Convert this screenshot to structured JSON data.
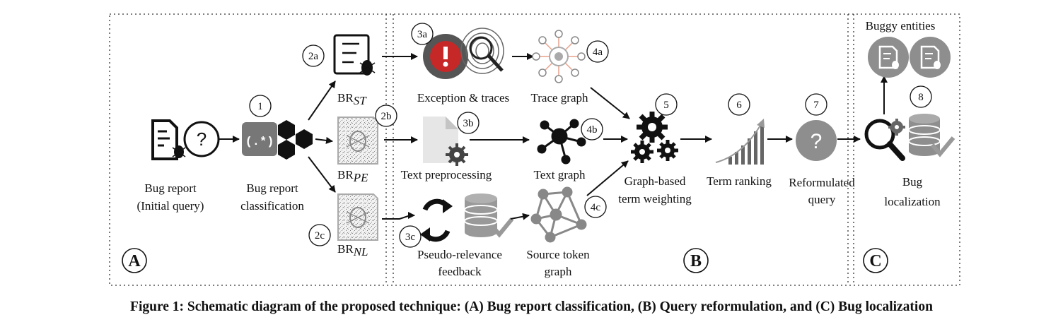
{
  "sections": {
    "a": "A",
    "b": "B",
    "c": "C"
  },
  "steps": {
    "s1": "1",
    "s2a": "2a",
    "s2b": "2b",
    "s2c": "2c",
    "s3a": "3a",
    "s3b": "3b",
    "s3c": "3c",
    "s4a": "4a",
    "s4b": "4b",
    "s4c": "4c",
    "s5": "5",
    "s6": "6",
    "s7": "7",
    "s8": "8"
  },
  "labels": {
    "bug_report_1": "Bug report",
    "bug_report_2": "(Initial query)",
    "classification_1": "Bug report",
    "classification_2": "classification",
    "br": "BR",
    "sub_st": "ST",
    "sub_pe": "PE",
    "sub_nl": "NL",
    "exception": "Exception & traces",
    "trace_graph": "Trace graph",
    "text_pre": "Text preprocessing",
    "text_graph": "Text graph",
    "prf_1": "Pseudo-relevance",
    "prf_2": "feedback",
    "source_1": "Source token",
    "source_2": "graph",
    "weighting_1": "Graph-based",
    "weighting_2": "term weighting",
    "term_ranking": "Term ranking",
    "reform_1": "Reformulated",
    "reform_2": "query",
    "buggy": "Buggy entities",
    "loc_1": "Bug",
    "loc_2": "localization",
    "regex": "(.*)",
    "question": "?"
  },
  "caption": "Figure 1: Schematic diagram of the proposed technique: (A) Bug report classification, (B) Query reformulation, and (C) Bug localization",
  "colors": {
    "gray": "#8e8e8e",
    "dark": "#1a1a1a",
    "light": "#c9c9c9"
  }
}
